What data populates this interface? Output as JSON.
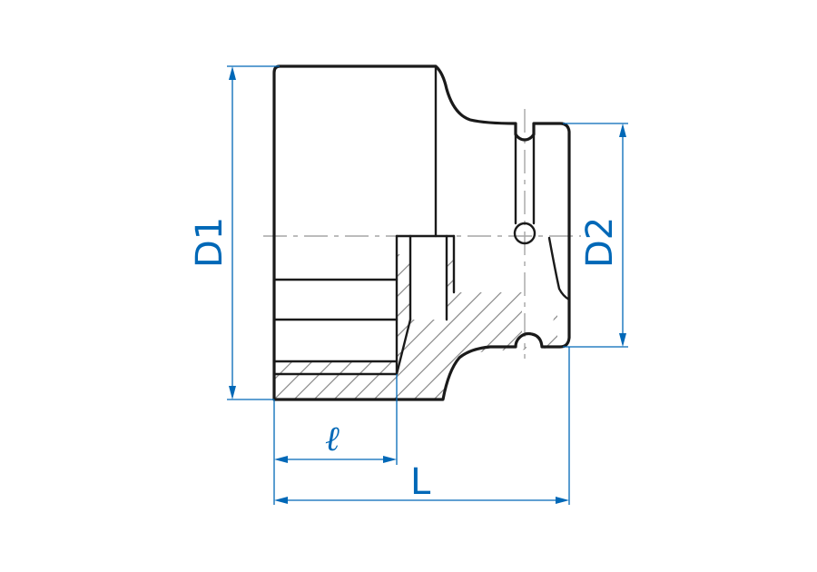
{
  "dimensions": {
    "d1": "D1",
    "d2": "D2",
    "l_small": "ℓ",
    "l_total": "L"
  },
  "colors": {
    "dimension": "#0068b7",
    "outline": "#1a1a1a",
    "centerline": "#a6a6a6",
    "hatch": "#8a8a8a"
  }
}
